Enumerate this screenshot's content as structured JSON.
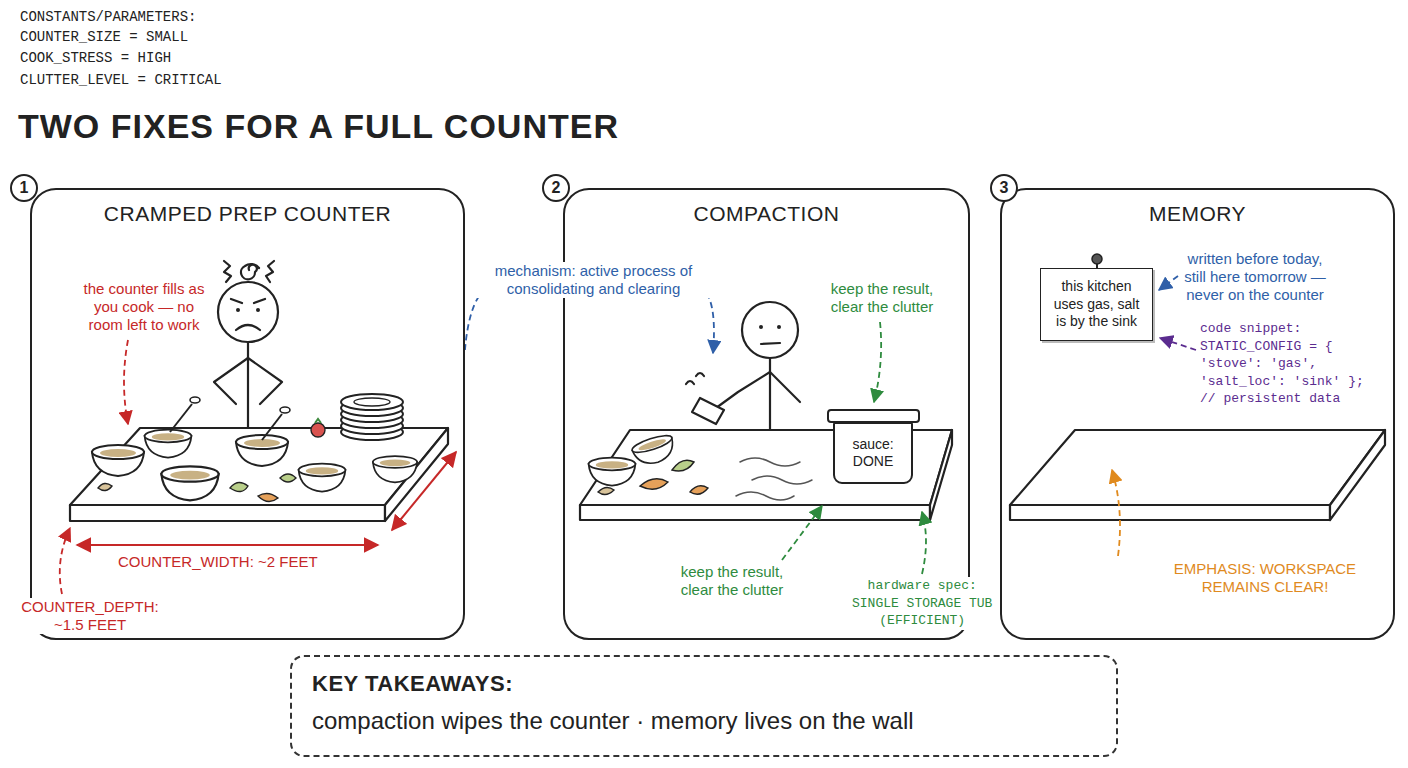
{
  "diagram": {
    "title": "TWO FIXES FOR A FULL COUNTER",
    "nodes": [
      {
        "text": [
          "1"
        ]
      },
      {
        "text": [
          "CRAMPED PREP COUNTER"
        ]
      },
      {
        "text": [
          "2"
        ]
      },
      {
        "text": [
          "COMPACTION"
        ]
      },
      {
        "text": [
          "sauce: DONE"
        ],
        "in": 3
      },
      {
        "text": [
          "3"
        ]
      },
      {
        "text": [
          "MEMORY"
        ]
      },
      {
        "text": [
          "this kitchen uses gas, salt is by the sink"
        ],
        "in": 6
      },
      {
        "text": [
          "KEY TAKEAWAYS:",
          "compaction wipes the counter · memory lives on the wall"
        ]
      }
    ],
    "edges": [
      {
        "from": 1,
        "to": 3,
        "label": "mechanism: active process of consolidating and clearing",
        "arrow": "to"
      }
    ],
    "labels": [
      "CONSTANTS/PARAMETERS:",
      "COUNTER_SIZE = SMALL",
      "COOK_STRESS = HIGH",
      "CLUTTER_LEVEL = CRITICAL",
      "the counter fills as you cook — no room left to work",
      "COUNTER_WIDTH: ~2 FEET",
      "COUNTER_DEPTH: ~1.5 FEET",
      "keep the result, clear the clutter",
      "keep the result, clear the clutter",
      "hardware spec: SINGLE STORAGE TUB (EFFICIENT)",
      "written before today, still here tomorrow — never on the counter",
      "code snippet: STATIC_CONFIG = { 'stove': 'gas', 'salt_loc': 'sink' }; // persistent data",
      "EMPHASIS: WORKSPACE REMAINS CLEAR!"
    ]
  }
}
